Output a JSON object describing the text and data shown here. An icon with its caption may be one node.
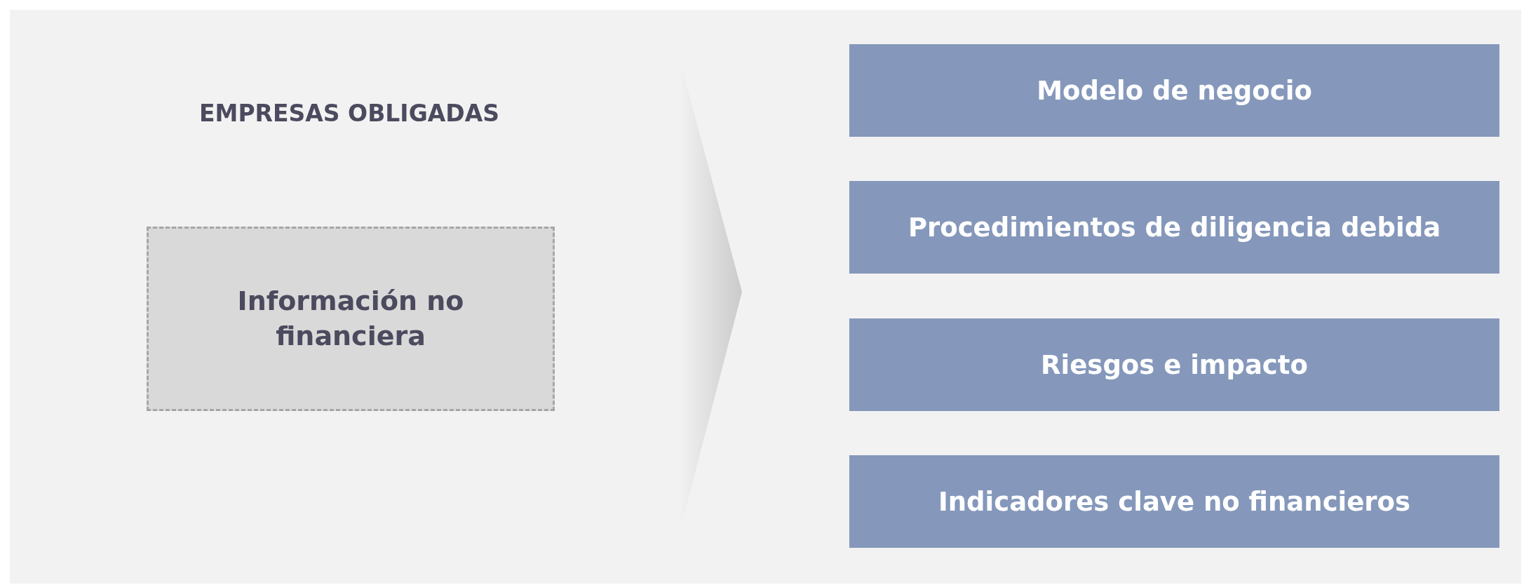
{
  "diagram": {
    "nodes": [
      {
        "text": [
          "EMPRESAS OBLIGADAS"
        ]
      },
      {
        "text": [
          "Información no financiera"
        ],
        "in": 0
      },
      {
        "text": [
          "Modelo de negocio"
        ]
      },
      {
        "text": [
          "Procedimientos de diligencia debida"
        ]
      },
      {
        "text": [
          "Riesgos e impacto"
        ]
      },
      {
        "text": [
          "Indicadores clave no financieros"
        ]
      }
    ]
  }
}
